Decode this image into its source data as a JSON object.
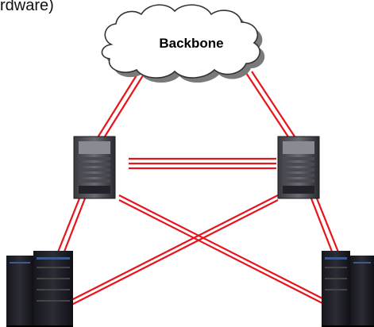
{
  "caption_partial": "rdware)",
  "cloud_label": "Backbone",
  "colors": {
    "link": "#e8141c",
    "cloud_fill": "#ffffff",
    "cloud_stroke": "#333333",
    "cloud_shadow": "#7a7a7a",
    "device_dark": "#1e1e24"
  },
  "nodes": [
    {
      "id": "backbone",
      "kind": "cloud",
      "icon": "cloud-icon"
    },
    {
      "id": "switch-left",
      "kind": "network-switch",
      "icon": "switch-chassis-icon"
    },
    {
      "id": "switch-right",
      "kind": "network-switch",
      "icon": "switch-chassis-icon"
    },
    {
      "id": "server-left",
      "kind": "server",
      "icon": "server-rack-icon"
    },
    {
      "id": "server-right",
      "kind": "server",
      "icon": "server-rack-icon"
    }
  ],
  "links": [
    {
      "from": "backbone",
      "to": "switch-left",
      "style": "double-line"
    },
    {
      "from": "backbone",
      "to": "switch-right",
      "style": "double-line"
    },
    {
      "from": "switch-left",
      "to": "switch-right",
      "style": "double-line"
    },
    {
      "from": "switch-left",
      "to": "server-left",
      "style": "double-line"
    },
    {
      "from": "switch-left",
      "to": "server-right",
      "style": "double-line"
    },
    {
      "from": "switch-right",
      "to": "server-left",
      "style": "double-line"
    },
    {
      "from": "switch-right",
      "to": "server-right",
      "style": "double-line"
    }
  ]
}
